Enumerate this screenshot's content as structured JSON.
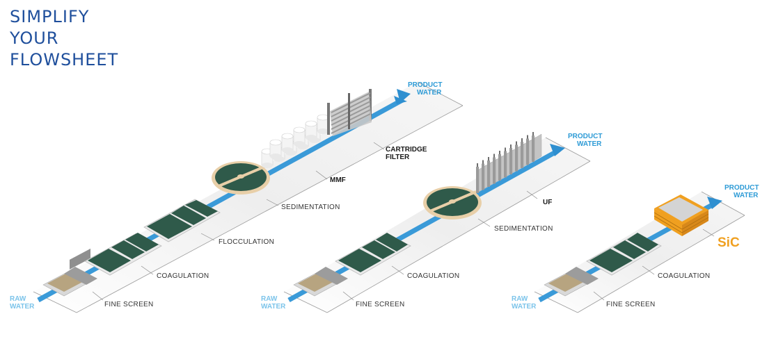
{
  "title": {
    "lines": [
      "SIMPLIFY",
      "YOUR",
      "FLOWSHEET"
    ]
  },
  "colors": {
    "title": "#1f4f9c",
    "water_blue": "#2e8fd0",
    "product_label": "#2e9bd6",
    "raw_label": "#7cc4ea",
    "tank_green": "#2f5a4a",
    "sic_orange": "#f0a020",
    "label_text": "#333333"
  },
  "flowsheets": [
    {
      "name": "conventional",
      "inlet": [
        "RAW",
        "WATER"
      ],
      "outlet": [
        "PRODUCT",
        "WATER"
      ],
      "stages": [
        {
          "label": "FINE SCREEN",
          "style": "normal"
        },
        {
          "label": "COAGULATION",
          "style": "normal"
        },
        {
          "label": "FLOCCULATION",
          "style": "normal"
        },
        {
          "label": "SEDIMENTATION",
          "style": "normal"
        },
        {
          "label": "MMF",
          "style": "bold"
        },
        {
          "label": "CARTRIDGE",
          "label2": "FILTER",
          "style": "bold"
        }
      ]
    },
    {
      "name": "uf",
      "inlet": [
        "RAW",
        "WATER"
      ],
      "outlet": [
        "PRODUCT",
        "WATER"
      ],
      "stages": [
        {
          "label": "FINE SCREEN",
          "style": "normal"
        },
        {
          "label": "COAGULATION",
          "style": "normal"
        },
        {
          "label": "SEDIMENTATION",
          "style": "normal"
        },
        {
          "label": "UF",
          "style": "bold"
        }
      ]
    },
    {
      "name": "sic",
      "inlet": [
        "RAW",
        "WATER"
      ],
      "outlet": [
        "PRODUCT",
        "WATER"
      ],
      "stages": [
        {
          "label": "FINE SCREEN",
          "style": "normal"
        },
        {
          "label": "COAGULATION",
          "style": "normal"
        },
        {
          "label": "SiC",
          "style": "brand"
        }
      ]
    }
  ]
}
